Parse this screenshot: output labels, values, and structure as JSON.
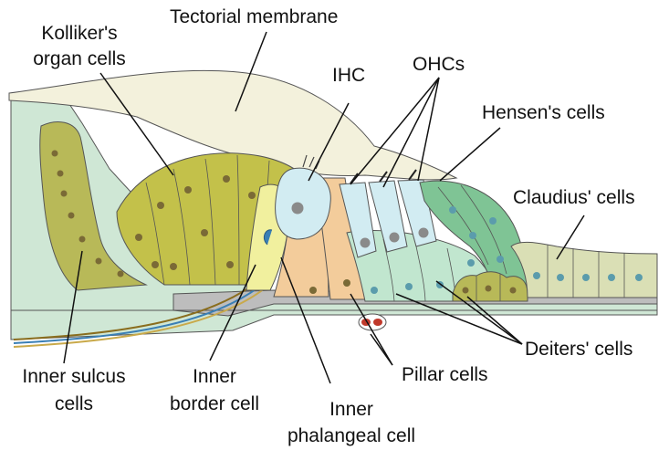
{
  "labels": {
    "tectorial": "Tectorial membrane",
    "kolliker_1": "Kolliker's",
    "kolliker_2": "organ cells",
    "ihc": "IHC",
    "ohcs": "OHCs",
    "hensen": "Hensen's cells",
    "claudius": "Claudius' cells",
    "deiters": "Deiters' cells",
    "pillar": "Pillar cells",
    "inner_sulcus_1": "Inner sulcus",
    "inner_sulcus_2": "cells",
    "inner_border_1": "Inner",
    "inner_border_2": "border cell",
    "inner_phalangeal_1": "Inner",
    "inner_phalangeal_2": "phalangeal cell"
  },
  "colors": {
    "tectorial": "#f3f1dc",
    "kolliker": "#c3c14a",
    "sulcus": "#b8b958",
    "hair_cell": "#d2ecf2",
    "inner_border": "#f1f09e",
    "pillar": "#f3cc9b",
    "deiters": "#c1e6cf",
    "hensen": "#7fc495",
    "claudius": "#dadfb5",
    "base": "#cfe7d5",
    "basilar": "#bdbdbd",
    "nucleus_dark": "#7a6a36",
    "nucleus_blue": "#5b9cac",
    "vessel": "#c0392b"
  }
}
